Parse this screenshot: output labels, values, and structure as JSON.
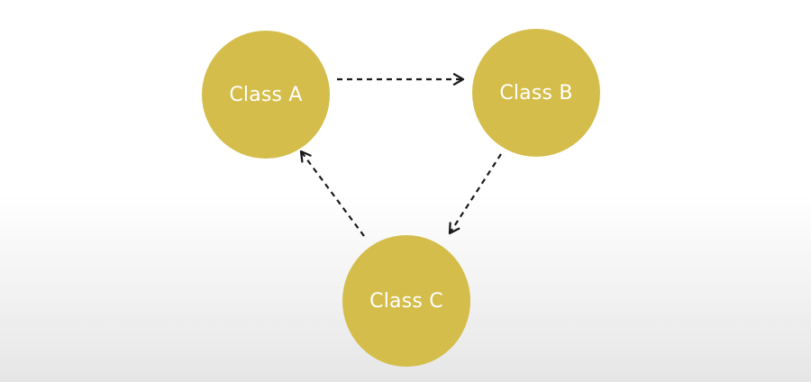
{
  "diagram": {
    "node_color": "#d4bd4a",
    "text_color": "#ffffff",
    "edge_color": "#1a1a1a",
    "nodes": [
      {
        "id": "a",
        "label": "Class A"
      },
      {
        "id": "b",
        "label": "Class B"
      },
      {
        "id": "c",
        "label": "Class C"
      }
    ],
    "edges": [
      {
        "from": "Class A",
        "to": "Class B",
        "style": "dashed"
      },
      {
        "from": "Class B",
        "to": "Class C",
        "style": "dashed"
      },
      {
        "from": "Class C",
        "to": "Class A",
        "style": "dashed"
      }
    ]
  }
}
